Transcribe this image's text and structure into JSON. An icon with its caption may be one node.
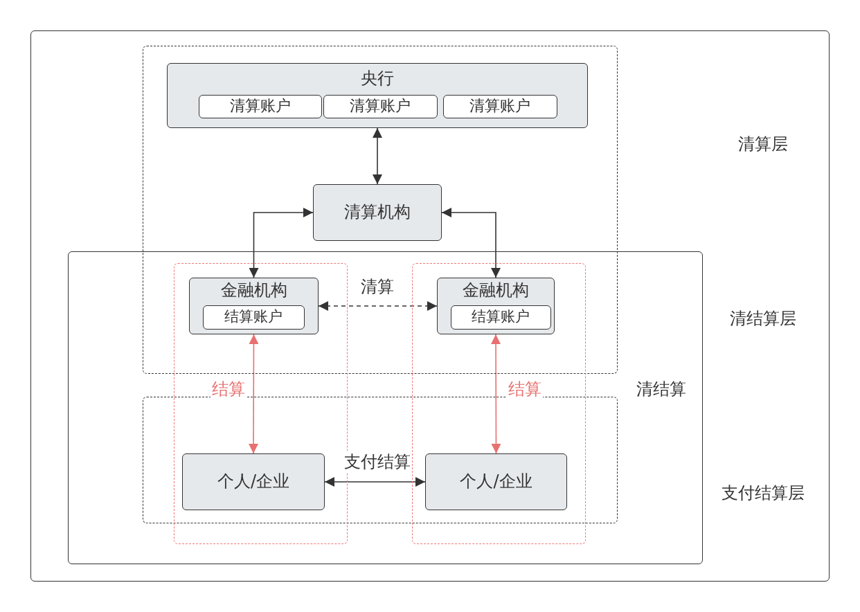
{
  "diagram": {
    "nodes": [
      {
        "text": [
          "央行"
        ]
      },
      {
        "text": [
          "清算账户"
        ],
        "in": 0
      },
      {
        "text": [
          "清算账户"
        ],
        "in": 0
      },
      {
        "text": [
          "清算账户"
        ],
        "in": 0
      },
      {
        "text": [
          "清算机构"
        ]
      },
      {
        "text": [
          "金融机构"
        ]
      },
      {
        "text": [
          "结算账户"
        ],
        "in": 5
      },
      {
        "text": [
          "金融机构"
        ]
      },
      {
        "text": [
          "结算账户"
        ],
        "in": 7
      },
      {
        "text": [
          "个人/企业"
        ]
      },
      {
        "text": [
          "个人/企业"
        ]
      }
    ],
    "edges": [
      {
        "from": 0,
        "to": 4,
        "arrow": "both"
      },
      {
        "from": 5,
        "to": 4,
        "arrow": "both"
      },
      {
        "from": 7,
        "to": 4,
        "arrow": "both"
      },
      {
        "from": 5,
        "to": 7,
        "arrow": "both",
        "style": "dashed",
        "label": "清算"
      },
      {
        "from": 5,
        "to": 9,
        "arrow": "both",
        "color": "#e87070",
        "label": "结算"
      },
      {
        "from": 7,
        "to": 10,
        "arrow": "both",
        "color": "#e87070",
        "label": "结算"
      },
      {
        "from": 9,
        "to": 10,
        "arrow": "both",
        "label": "支付结算"
      }
    ],
    "labels": [
      "清算层",
      "清结算层",
      "清结算",
      "支付结算层"
    ]
  }
}
